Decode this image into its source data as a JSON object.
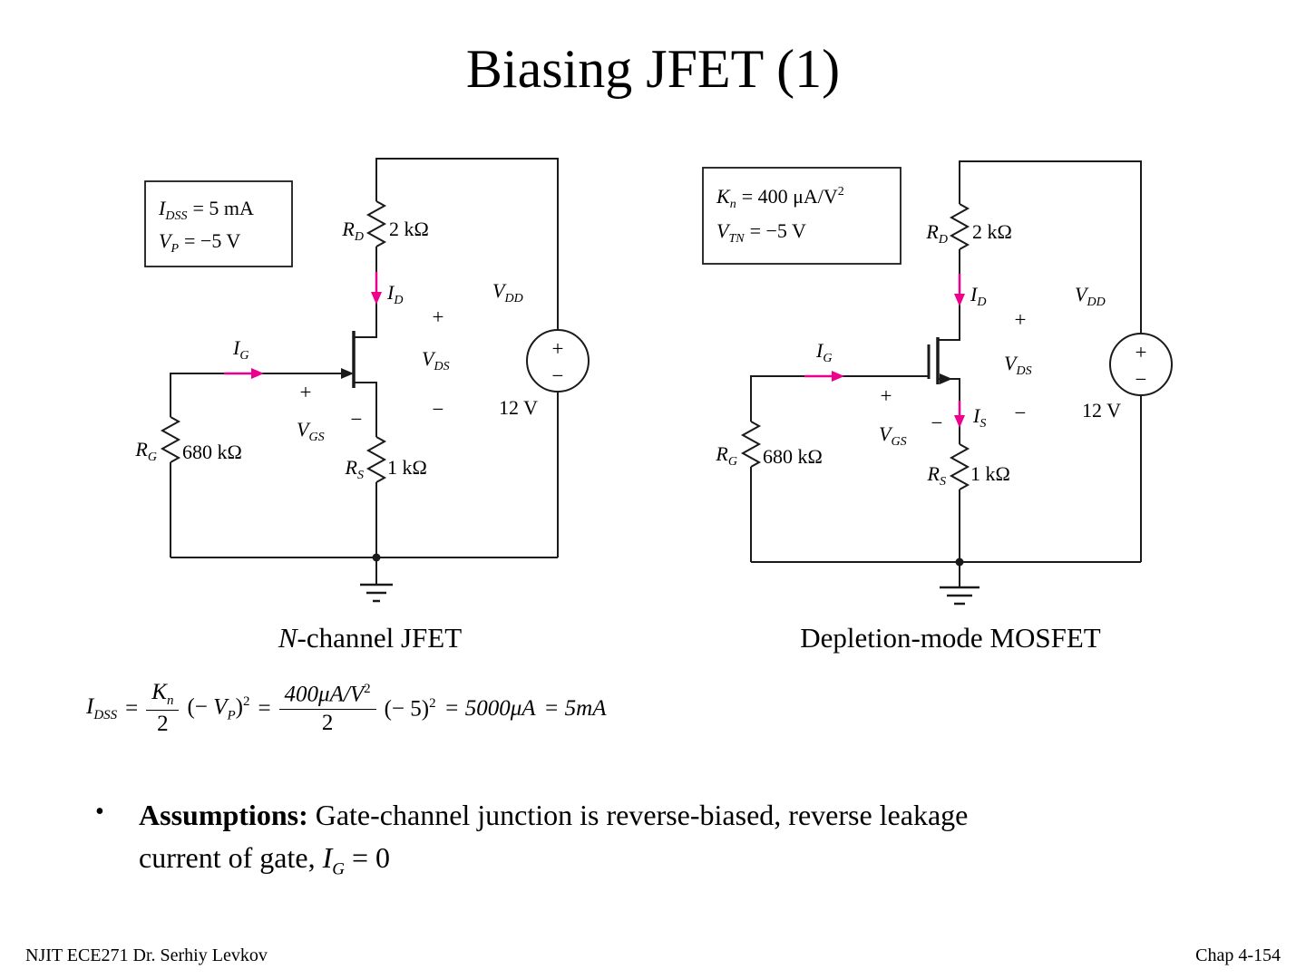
{
  "slide": {
    "title": "Biasing JFET (1)",
    "footer_left": "NJIT  ECE271 Dr. Serhiy Levkov",
    "footer_right": "Chap 4-154",
    "accent_color": "#ec008c",
    "wire_color": "#1a1a1a"
  },
  "captions": {
    "left_italic": "N",
    "left_rest": "-channel JFET",
    "right": "Depletion-mode MOSFET"
  },
  "jfet": {
    "box": {
      "l1_sym": "I",
      "l1_sub": "DSS",
      "l1_rest": "= 5 mA",
      "l2_sym": "V",
      "l2_sub": "P",
      "l2_rest": "= −5 V"
    },
    "rd": {
      "sym": "R",
      "sub": "D",
      "val": "2 kΩ"
    },
    "id": {
      "sym": "I",
      "sub": "D"
    },
    "vdd": {
      "sym": "V",
      "sub": "DD",
      "val": "12 V",
      "plus": "+",
      "minus": "−"
    },
    "vds": {
      "sym": "V",
      "sub": "DS",
      "plus": "+",
      "minus": "−"
    },
    "ig": {
      "sym": "I",
      "sub": "G"
    },
    "vgs": {
      "sym": "V",
      "sub": "GS",
      "plus": "+",
      "minus": "−"
    },
    "rg": {
      "sym": "R",
      "sub": "G",
      "val": "680 kΩ"
    },
    "rs": {
      "sym": "R",
      "sub": "S",
      "val": "1 kΩ"
    }
  },
  "mosfet": {
    "box": {
      "l1_sym": "K",
      "l1_sub": "n",
      "l1_rest": "= 400 μA/V",
      "l1_sup": "2",
      "l2_sym": "V",
      "l2_sub": "TN",
      "l2_rest": "= −5 V"
    },
    "rd": {
      "sym": "R",
      "sub": "D",
      "val": "2 kΩ"
    },
    "id": {
      "sym": "I",
      "sub": "D"
    },
    "is": {
      "sym": "I",
      "sub": "S"
    },
    "vdd": {
      "sym": "V",
      "sub": "DD",
      "val": "12 V",
      "plus": "+",
      "minus": "−"
    },
    "vds": {
      "sym": "V",
      "sub": "DS",
      "plus": "+",
      "minus": "−"
    },
    "ig": {
      "sym": "I",
      "sub": "G"
    },
    "vgs": {
      "sym": "V",
      "sub": "GS",
      "plus": "+",
      "minus": "−"
    },
    "rg": {
      "sym": "R",
      "sub": "G",
      "val": "680 kΩ"
    },
    "rs": {
      "sym": "R",
      "sub": "S",
      "val": "1 kΩ"
    }
  },
  "equation": {
    "lhs_sym": "I",
    "lhs_sub": "DSS",
    "eq1": "=",
    "frac1_num_sym": "K",
    "frac1_num_sub": "n",
    "frac1_den": "2",
    "term1_open": "(−",
    "term1_sym": "V",
    "term1_sub": "P",
    "term1_close": ")",
    "term1_sup": "2",
    "eq2": "=",
    "frac2_num": "400μA/V",
    "frac2_num_sup": "2",
    "frac2_den": "2",
    "term2": "(− 5)",
    "term2_sup": "2",
    "result1": "= 5000μA",
    "result2": "= 5mA"
  },
  "assumptions": {
    "marker": "•",
    "lead": "Assumptions:",
    "line1": " Gate-channel junction is reverse-biased, reverse leakage",
    "line2_pre": "current of gate, ",
    "line2_sym": "I",
    "line2_sub": "G",
    "line2_post": " = 0"
  }
}
